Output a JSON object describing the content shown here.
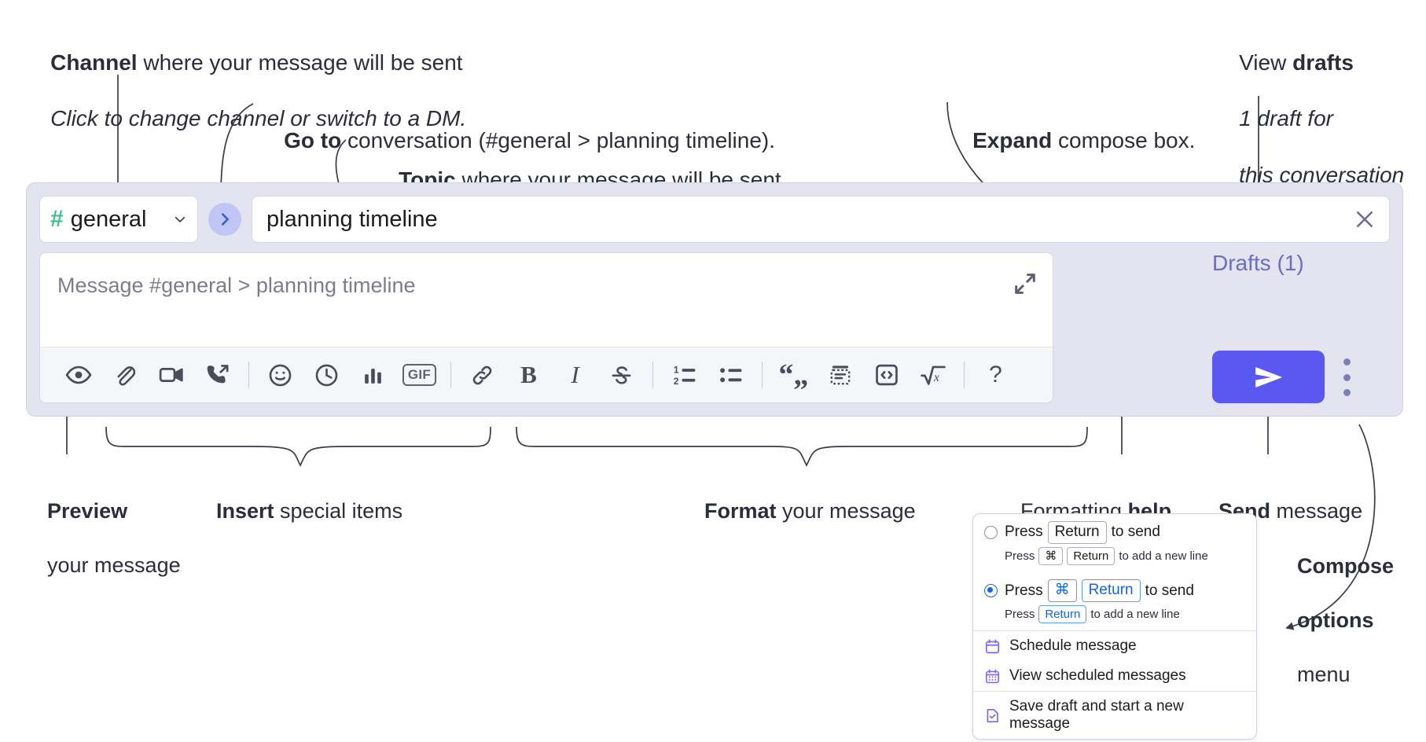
{
  "annotations": {
    "channel": {
      "bold": "Channel",
      "rest": " where your message will be sent",
      "italic": "Click to change channel or switch to a DM."
    },
    "goto": {
      "bold": "Go to",
      "rest": " conversation (#general > planning timeline)."
    },
    "topic": {
      "bold": "Topic",
      "rest": " where your message will be sent"
    },
    "expand": {
      "bold": "Expand",
      "rest": " compose box."
    },
    "view_drafts": {
      "bold": "drafts",
      "pre": "View ",
      "italic_1": "1 draft for",
      "italic_2": "this conversation"
    },
    "preview": {
      "bold": "Preview",
      "line2": "your message"
    },
    "insert": {
      "bold": "Insert",
      "rest": " special items"
    },
    "format": {
      "bold": "Format",
      "rest": " your message"
    },
    "formatting_help": {
      "pre": "Formatting ",
      "bold": "help"
    },
    "send": {
      "bold": "Send",
      "rest": " message"
    },
    "compose_options": {
      "bold_1": "Compose",
      "bold_2": "options",
      "rest": "menu"
    }
  },
  "compose": {
    "channel_name": "general",
    "hash_symbol": "#",
    "topic_value": "planning timeline",
    "message_placeholder": "Message #general > planning timeline",
    "drafts_label": "Drafts (1)",
    "toolbar_icons": [
      "eye-icon",
      "paperclip-icon",
      "video-camera-icon",
      "huddle-phone-icon",
      "separator",
      "emoji-icon",
      "clock-icon",
      "bar-chart-icon",
      "gif-icon",
      "separator",
      "link-icon",
      "bold-icon",
      "italic-icon",
      "strikethrough-icon",
      "separator",
      "ordered-list-icon",
      "bulleted-list-icon",
      "separator",
      "blockquote-icon",
      "code-block-icon",
      "inline-code-icon",
      "math-icon",
      "separator",
      "help-icon"
    ],
    "gif_label": "GIF",
    "bold_label": "B",
    "italic_label": "I",
    "help_label": "?"
  },
  "compose_menu": {
    "option_1": {
      "pre": "Press",
      "key": "Return",
      "post": "to send",
      "selected": false,
      "sub_pre": "Press",
      "sub_key_1": "⌘",
      "sub_key_2": "Return",
      "sub_post": "to add a new line"
    },
    "option_2": {
      "pre": "Press",
      "key_1": "⌘",
      "key_2": "Return",
      "post": "to send",
      "selected": true,
      "sub_pre": "Press",
      "sub_key": "Return",
      "sub_post": "to add a new line"
    },
    "items": [
      {
        "label": "Schedule message",
        "icon": "calendar-icon"
      },
      {
        "label": "View scheduled messages",
        "icon": "calendar-grid-icon"
      },
      {
        "label": "Save draft and start a new message",
        "icon": "document-check-icon"
      }
    ]
  },
  "colors": {
    "panel_bg": "#e3e4ef",
    "send_button": "#5a58f2",
    "hash_green": "#3fc18b",
    "drafts_purple": "#6b6cc4",
    "goto_badge": "#bfc6f4",
    "radio_blue": "#1266e8",
    "menu_icon_purple": "#7b68ee"
  }
}
